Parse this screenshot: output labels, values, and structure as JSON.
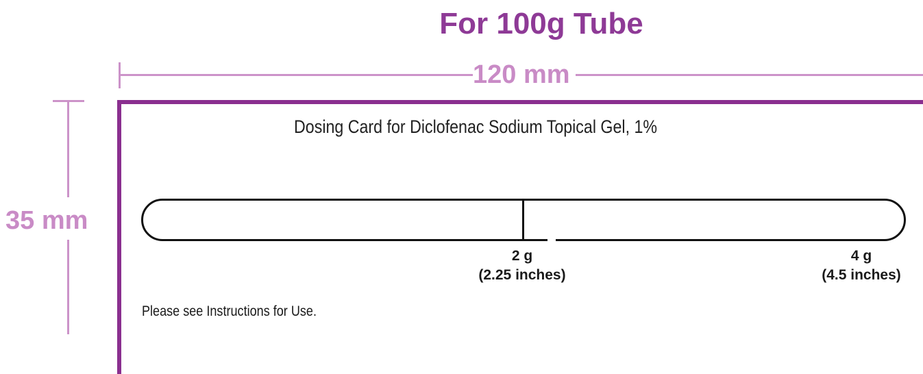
{
  "heading": "For 100g Tube",
  "dimensions": {
    "width_label": "120 mm",
    "height_label": "35 mm"
  },
  "card": {
    "title": "Dosing Card for Diclofenac Sodium Topical Gel, 1%",
    "marks": [
      {
        "amount": "2 g",
        "length": "(2.25 inches)"
      },
      {
        "amount": "4 g",
        "length": "(4.5 inches)"
      }
    ],
    "note": "Please see Instructions for Use."
  },
  "colors": {
    "heading": "#8e3a96",
    "dimension": "#cc93c9",
    "card_border": "#8a2f8f",
    "text": "#222222"
  }
}
